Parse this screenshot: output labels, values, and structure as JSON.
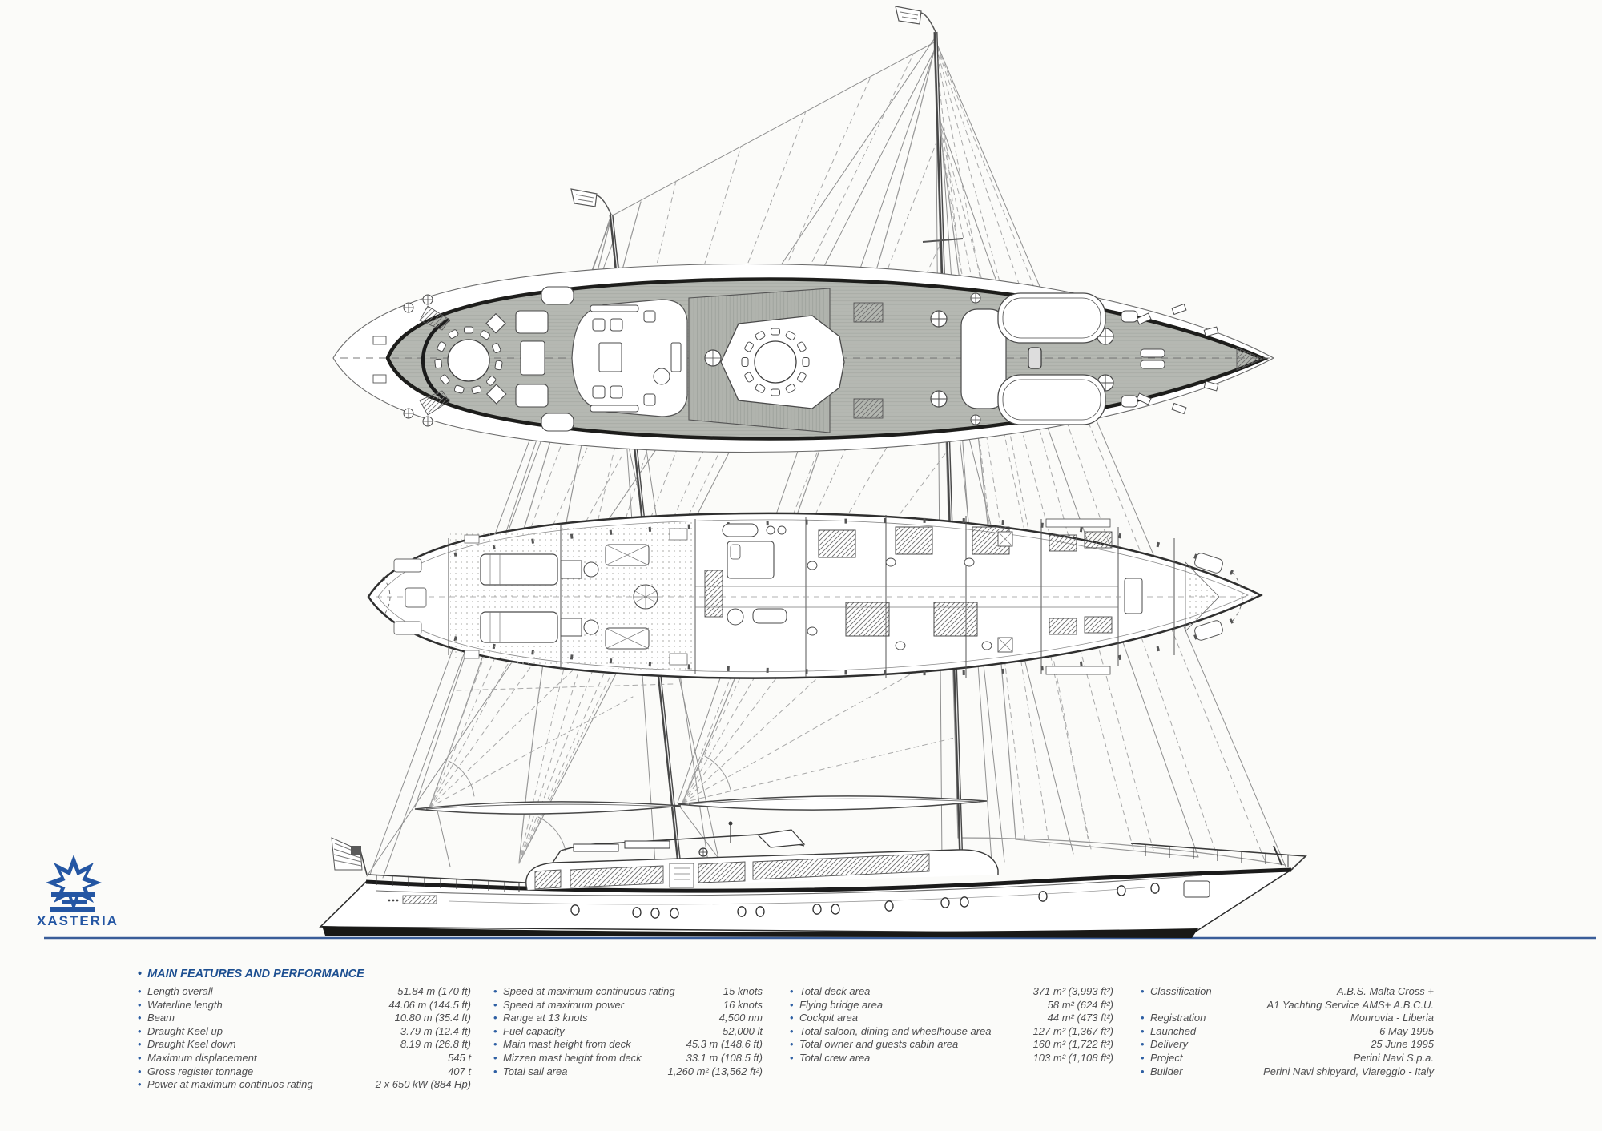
{
  "logo": {
    "text": "XASTERIA"
  },
  "colors": {
    "accent_blue": "#2456a3",
    "heading_blue": "#1d4f91",
    "waterline_blue": "#3a5d99",
    "deck_gray": "#b5b8b2",
    "text_gray": "#4e4e50"
  },
  "specs": {
    "bullet": "•",
    "heading": "MAIN FEATURES AND PERFORMANCE",
    "columns": [
      {
        "items": [
          {
            "label": "Length overall",
            "value": "51.84 m (170 ft)"
          },
          {
            "label": "Waterline length",
            "value": "44.06 m (144.5 ft)"
          },
          {
            "label": "Beam",
            "value": "10.80 m (35.4 ft)"
          },
          {
            "label": "Draught Keel up",
            "value": "3.79 m (12.4 ft)"
          },
          {
            "label": "Draught Keel down",
            "value": "8.19 m (26.8 ft)"
          },
          {
            "label": "Maximum displacement",
            "value": "545 t"
          },
          {
            "label": "Gross register tonnage",
            "value": "407 t"
          },
          {
            "label": "Power at maximum continuos rating",
            "value": "2 x 650 kW  (884 Hp)"
          }
        ]
      },
      {
        "items": [
          {
            "label": "Speed at maximum continuous rating",
            "value": "15 knots"
          },
          {
            "label": "Speed at maximum power",
            "value": "16 knots"
          },
          {
            "label": "Range at 13 knots",
            "value": "4,500 nm"
          },
          {
            "label": "Fuel capacity",
            "value": "52,000 lt"
          },
          {
            "label": "Main mast height from deck",
            "value": "45.3 m (148.6 ft)"
          },
          {
            "label": "Mizzen mast height from deck",
            "value": "33.1 m (108.5 ft)"
          },
          {
            "label": "Total sail area",
            "value": "1,260 m² (13,562 ft²)"
          }
        ]
      },
      {
        "items": [
          {
            "label": "Total deck area",
            "value": "371 m² (3,993 ft²)"
          },
          {
            "label": "Flying bridge area",
            "value": "58 m² (624 ft²)"
          },
          {
            "label": "Cockpit area",
            "value": "44 m² (473 ft²)"
          },
          {
            "label": "Total saloon, dining and wheelhouse area",
            "value": "127 m² (1,367 ft²)"
          },
          {
            "label": "Total owner and guests cabin area",
            "value": "160 m² (1,722 ft²)"
          },
          {
            "label": "Total crew area",
            "value": "103 m² (1,108 ft²)"
          }
        ]
      },
      {
        "items": [
          {
            "label": "Classification",
            "value": "A.B.S. Malta Cross +\nA1 Yachting Service AMS+ A.B.C.U."
          },
          {
            "label": "Registration",
            "value": "Monrovia - Liberia"
          },
          {
            "label": "Launched",
            "value": "6 May 1995"
          },
          {
            "label": "Delivery",
            "value": "25 June 1995"
          },
          {
            "label": "Project",
            "value": "Perini Navi S.p.a."
          },
          {
            "label": "Builder",
            "value": "Perini Navi shipyard, Viareggio - Italy"
          }
        ]
      }
    ]
  }
}
